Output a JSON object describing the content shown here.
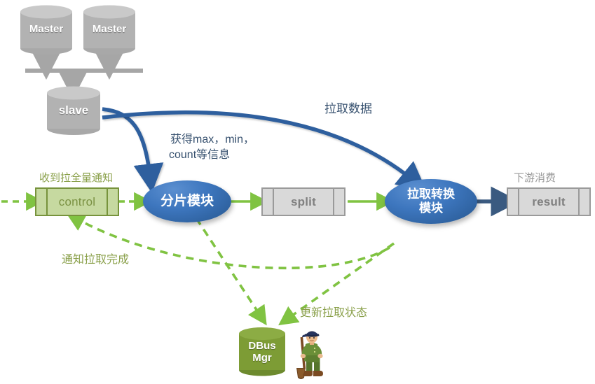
{
  "diagram": {
    "title": "DBus full-pull data flow diagram",
    "nodes": {
      "master_left": {
        "label": "Master",
        "shape": "cylinder",
        "color": "#b2b2b2"
      },
      "master_right": {
        "label": "Master",
        "shape": "cylinder",
        "color": "#b2b2b2"
      },
      "slave": {
        "label": "slave",
        "shape": "cylinder",
        "color": "#b2b2b2"
      },
      "control": {
        "label": "control",
        "shape": "predefined-process",
        "fill": "#c6d9a0",
        "border": "#77933c",
        "text_color": "#7a9142"
      },
      "shard_module": {
        "label": "分片模块",
        "shape": "ellipse",
        "color": "#3d76be"
      },
      "split": {
        "label": "split",
        "shape": "predefined-process",
        "fill": "#d9d9d9",
        "border": "#9a9a9a",
        "text_color": "#808080"
      },
      "pull_module": {
        "label_line1": "拉取转换",
        "label_line2": "模块",
        "shape": "ellipse",
        "color": "#3d76be"
      },
      "result": {
        "label": "result",
        "shape": "predefined-process",
        "fill": "#d9d9d9",
        "border": "#9a9a9a",
        "text_color": "#808080"
      },
      "dbus_mgr": {
        "label_line1": "DBus",
        "label_line2": "Mgr",
        "shape": "cylinder",
        "color": "#7d9c35"
      },
      "worker": {
        "label": "worker-with-shovel",
        "shape": "clipart"
      }
    },
    "edge_labels": {
      "pull_data": "拉取数据",
      "get_stats_line1": "获得max，min，",
      "get_stats_line2": "count等信息",
      "recv_full_notice": "收到拉全量通知",
      "notify_done": "通知拉取完成",
      "update_status": "更新拉取状态",
      "downstream": "下游消费"
    },
    "colors": {
      "blue_arrow": "#2e5f9e",
      "blue_arrow_dark": "#3a5a80",
      "green_dashed": "#80c342",
      "gray_arrow": "#a6a6a6",
      "navy_text": "#36506e",
      "olive_text": "#8aa04a",
      "gray_text": "#9b9b9b"
    }
  }
}
